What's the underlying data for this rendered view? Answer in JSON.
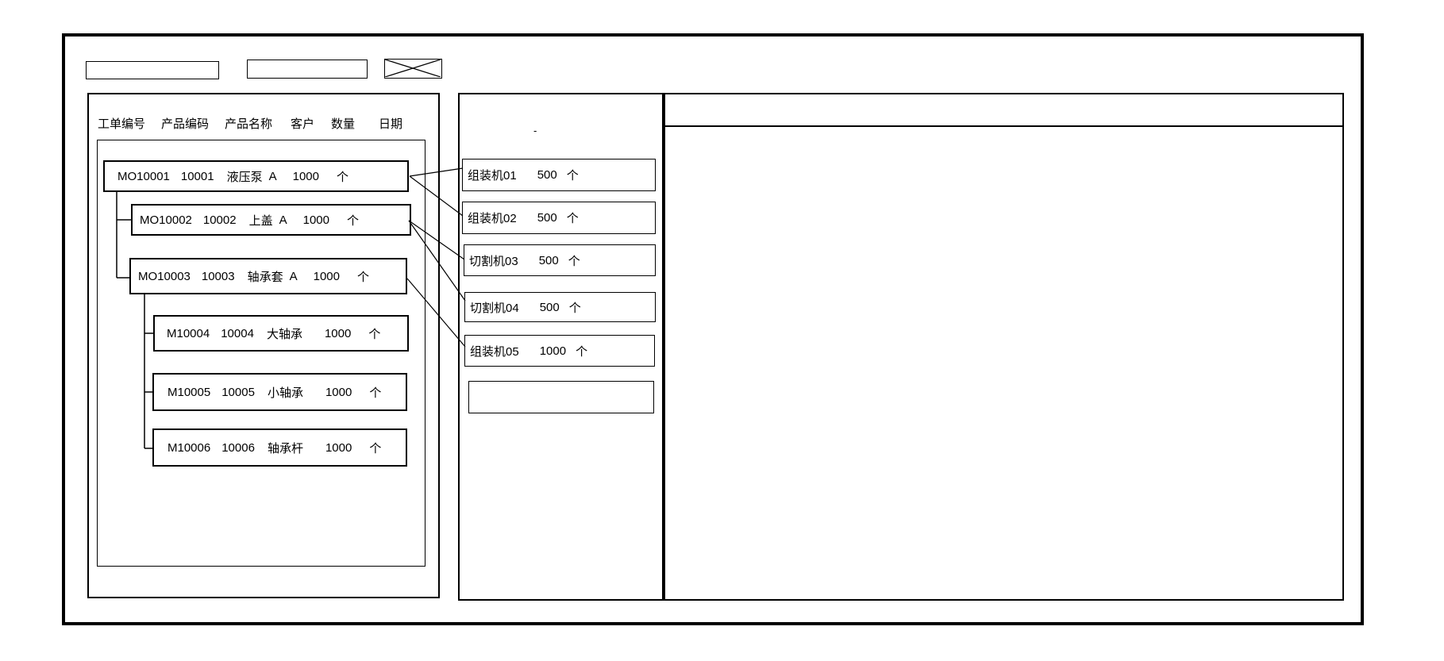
{
  "colors": {
    "line": "#000000",
    "background": "#ffffff"
  },
  "toolbar": {
    "field1": {
      "value": "",
      "placeholder": ""
    },
    "field2": {
      "value": "",
      "placeholder": ""
    },
    "close_icon": "x-cross"
  },
  "work_orders": {
    "columns": [
      "工单编号",
      "产品编码",
      "产品名称",
      "客户",
      "数量",
      "日期"
    ],
    "rows": [
      {
        "order_no": "MO10001",
        "product_code": "10001",
        "product_name": "液压泵",
        "customer": "A",
        "qty": "1000",
        "unit": "个",
        "level": 0
      },
      {
        "order_no": "MO10002",
        "product_code": "10002",
        "product_name": "上盖",
        "customer": "A",
        "qty": "1000",
        "unit": "个",
        "level": 1
      },
      {
        "order_no": "MO10003",
        "product_code": "10003",
        "product_name": "轴承套",
        "customer": "A",
        "qty": "1000",
        "unit": "个",
        "level": 1
      },
      {
        "order_no": "M10004",
        "product_code": "10004",
        "product_name": "大轴承",
        "customer": "",
        "qty": "1000",
        "unit": "个",
        "level": 2
      },
      {
        "order_no": "M10005",
        "product_code": "10005",
        "product_name": "小轴承",
        "customer": "",
        "qty": "1000",
        "unit": "个",
        "level": 2
      },
      {
        "order_no": "M10006",
        "product_code": "10006",
        "product_name": "轴承杆",
        "customer": "",
        "qty": "1000",
        "unit": "个",
        "level": 2
      }
    ]
  },
  "machines": {
    "stray_mark": "-",
    "rows": [
      {
        "name": "组装机01",
        "qty": "500",
        "unit": "个"
      },
      {
        "name": "组装机02",
        "qty": "500",
        "unit": "个"
      },
      {
        "name": "切割机03",
        "qty": "500",
        "unit": "个"
      },
      {
        "name": "切割机04",
        "qty": "500",
        "unit": "个"
      },
      {
        "name": "组装机05",
        "qty": "1000",
        "unit": "个"
      },
      {
        "name": "",
        "qty": "",
        "unit": ""
      }
    ]
  },
  "detail_panel": {
    "content": ""
  }
}
